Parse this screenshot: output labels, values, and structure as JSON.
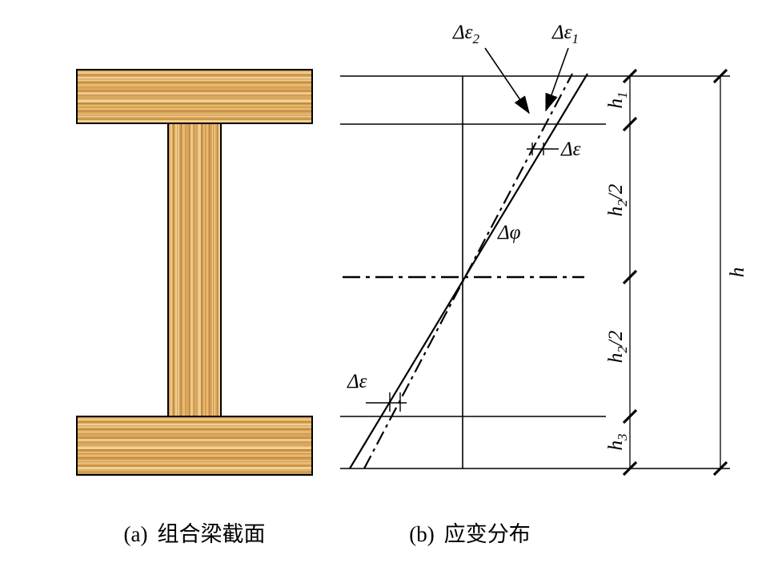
{
  "figure_title": "composite timber I-beam section and strain distribution",
  "labels": {
    "eps2": {
      "base": "Δε",
      "sub": "2"
    },
    "eps1": {
      "base": "Δε",
      "sub": "1"
    },
    "eps_top": {
      "base": "Δε"
    },
    "phi": {
      "base": "Δφ"
    },
    "eps_bottom": {
      "base": "Δε"
    }
  },
  "dims": {
    "h1": {
      "base": "h",
      "sub": "1",
      "suffix": ""
    },
    "h2_top": {
      "base": "h",
      "sub": "2",
      "suffix": "/2"
    },
    "h2_bottom": {
      "base": "h",
      "sub": "2",
      "suffix": "/2"
    },
    "h3": {
      "base": "h",
      "sub": "3",
      "suffix": ""
    },
    "h_total": {
      "base": "h",
      "sub": "",
      "suffix": ""
    }
  },
  "captions": {
    "a_index": "(a)",
    "a_text": "组合梁截面",
    "b_index": "(b)",
    "b_text": "应变分布"
  },
  "colors": {
    "page_bg": "#ffffff",
    "line": "#000000",
    "wood_light": "#f0c883",
    "wood_mid": "#dda75a",
    "wood_pale": "#f3d092",
    "wood_dark": "#d49c4c"
  }
}
